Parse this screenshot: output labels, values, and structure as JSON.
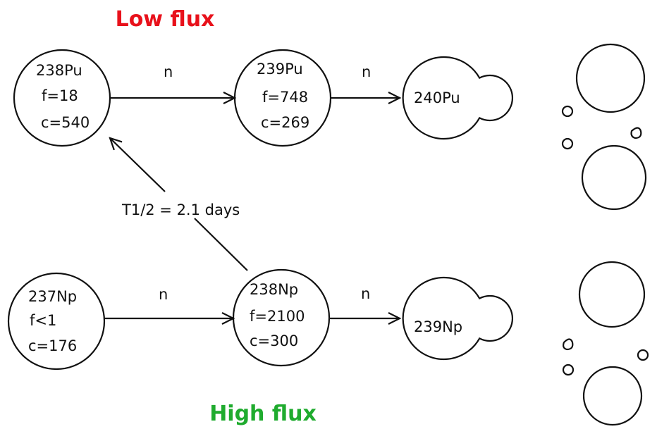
{
  "titles": {
    "low_flux": "Low flux",
    "high_flux": "High flux",
    "low_color": "#e8111b",
    "high_color": "#1fab2e"
  },
  "nodes": {
    "pu238": {
      "name": "238Pu",
      "f": "f=18",
      "c": "c=540"
    },
    "pu239": {
      "name": "239Pu",
      "f": "f=748",
      "c": "c=269"
    },
    "pu240": {
      "name": "240Pu"
    },
    "np237": {
      "name": "237Np",
      "f": "f<1",
      "c": "c=176"
    },
    "np238": {
      "name": "238Np",
      "f": "f=2100",
      "c": "c=300"
    },
    "np239": {
      "name": "239Np"
    }
  },
  "edges": {
    "n_label": "n",
    "decay_label": "T1/2 = 2.1 days"
  }
}
